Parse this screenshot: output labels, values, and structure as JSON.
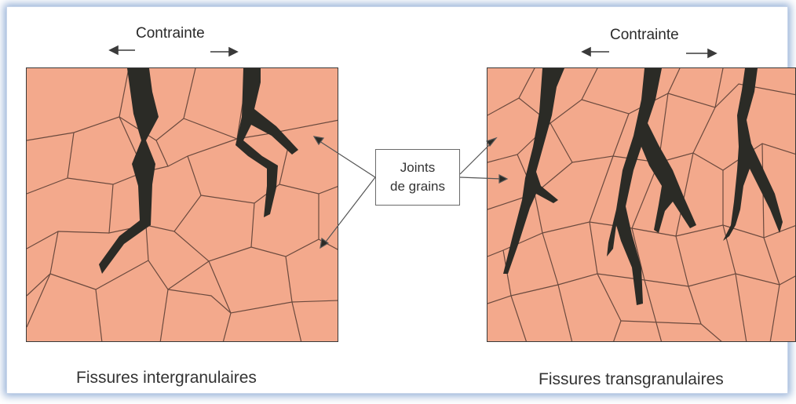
{
  "left_panel": {
    "stress_label": "Contrainte",
    "caption": "Fissures intergranulaires"
  },
  "right_panel": {
    "stress_label": "Contrainte",
    "caption": "Fissures transgranulaires"
  },
  "callout": {
    "line1": "Joints",
    "line2": "de grains"
  },
  "colors": {
    "grain_fill": "#f3a98c",
    "grain_boundary": "#6b4a3e",
    "crack": "#2b2b26",
    "frame_glow": "#3c6eb4"
  }
}
